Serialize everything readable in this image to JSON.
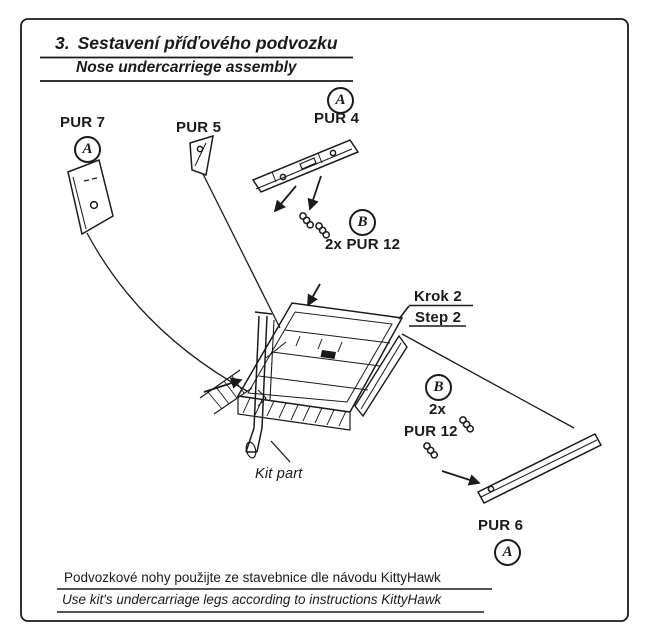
{
  "colors": {
    "ink": "#1a1a1a",
    "paper": "#ffffff"
  },
  "header": {
    "step_number": "3.",
    "title_cs": "Sestavení příďového podvozku",
    "title_en": "Nose undercarriege assembly"
  },
  "parts": {
    "pur7": "PUR 7",
    "pur5": "PUR 5",
    "pur4": "PUR 4",
    "pur12_top": "2x PUR 12",
    "pur12_right_qty": "2x",
    "pur12_right_name": "PUR 12",
    "pur6": "PUR 6"
  },
  "steps": {
    "krok": "Krok 2",
    "step": "Step 2"
  },
  "notes": {
    "kit_part": "Kit part"
  },
  "badges": {
    "a": "A",
    "b": "B"
  },
  "footer": {
    "line_cs": "Podvozkové nohy použijte ze stavebnice dle návodu KittyHawk",
    "line_en": "Use kit's undercarriage legs according to instructions KittyHawk"
  }
}
